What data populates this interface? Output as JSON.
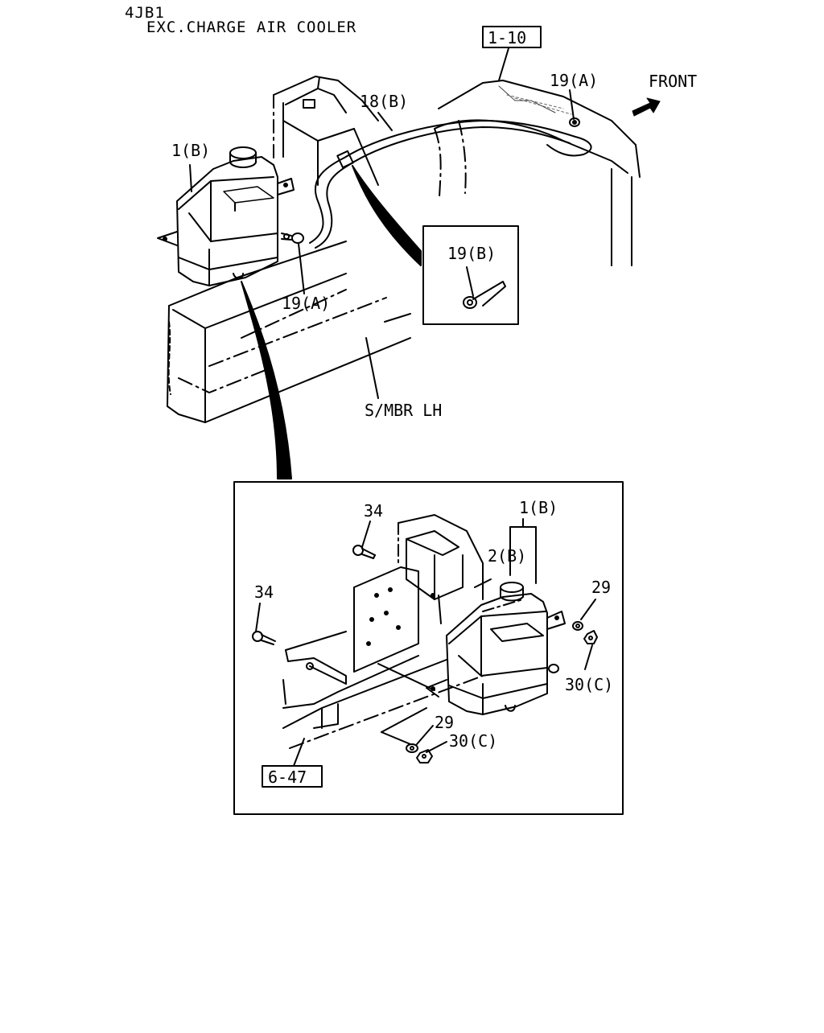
{
  "header": {
    "engine": "4JB1",
    "variant": "EXC.CHARGE AIR COOLER"
  },
  "callouts": {
    "ref_box_top": "1-10",
    "ref_box_bottom": "6-47",
    "front": "FRONT",
    "hose": "18(B)",
    "clamp_top": "19(A)",
    "clamp_tank": "19(A)",
    "tank_top": "1(B)",
    "detail_clamp": "19(B)",
    "side_member": "S/MBR LH",
    "bolt_upper": "34",
    "bolt_lower": "34",
    "tank_detail": "1(B)",
    "cap": "2(B)",
    "washer_right": "29",
    "nut_right": "30(C)",
    "washer_lower": "29",
    "nut_lower": "30(C)"
  }
}
